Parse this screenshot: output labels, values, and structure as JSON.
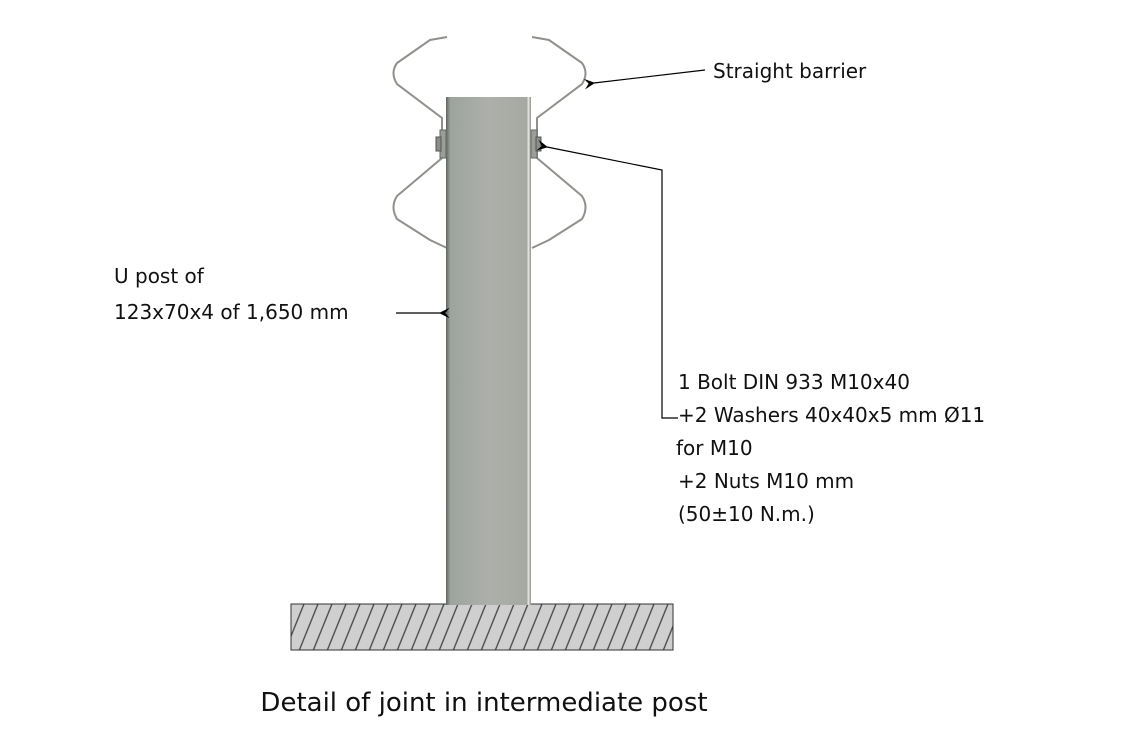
{
  "labels": {
    "barrier": "Straight barrier",
    "post_line1": "U post of",
    "post_line2": "123x70x4 of 1,650 mm",
    "bolt_lines": [
      "1 Bolt DIN 933 M10x40",
      "+2 Washers 40x40x5 mm Ø11",
      "for M10",
      "+2 Nuts M10 mm",
      "(50±10 N.m.)"
    ]
  },
  "caption": "Detail of joint in intermediate post",
  "colors": {
    "post": "#a9aca5",
    "barrier": "#8f918d",
    "hatch": "#555555",
    "base": "#c9c9c9"
  }
}
